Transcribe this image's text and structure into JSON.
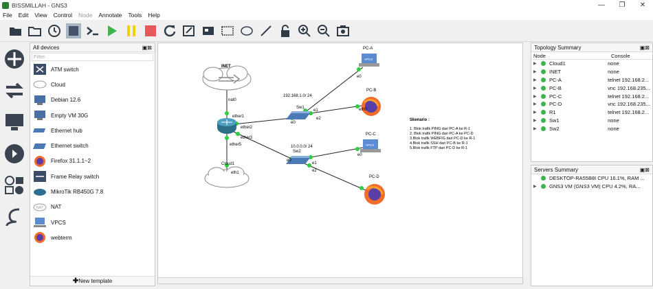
{
  "window": {
    "title": "BISSMILLAH - GNS3",
    "min": "—",
    "max": "❐",
    "close": "✕"
  },
  "menu": [
    "File",
    "Edit",
    "View",
    "Control",
    "Node",
    "Annotate",
    "Tools",
    "Help"
  ],
  "devices_panel": {
    "title": "All devices",
    "filter_placeholder": "Filter",
    "items": [
      "ATM switch",
      "Cloud",
      "Debian 12.6",
      "Empty VM 30G",
      "Ethernet hub",
      "Ethernet switch",
      "Firefox 31.1.1~2",
      "Frame Relay switch",
      "MikroTik RB450G 7.8",
      "NAT",
      "VPCS",
      "webterm"
    ],
    "new_template": "New template"
  },
  "topology": {
    "title": "Topology Summary",
    "col_node": "Node",
    "col_console": "Console",
    "rows": [
      {
        "node": "Cloud1",
        "console": "none"
      },
      {
        "node": "INET",
        "console": "none"
      },
      {
        "node": "PC-A",
        "console": "telnet 192.168.2..."
      },
      {
        "node": "PC-B",
        "console": "vnc 192.168.235..."
      },
      {
        "node": "PC-C",
        "console": "telnet 192.168.2..."
      },
      {
        "node": "PC-D",
        "console": "vnc 192.168.235..."
      },
      {
        "node": "R1",
        "console": "telnet 192.168.2..."
      },
      {
        "node": "Sw1",
        "console": "none"
      },
      {
        "node": "Sw2",
        "console": "none"
      }
    ]
  },
  "servers": {
    "title": "Servers Summary",
    "rows": [
      "DESKTOP-RA55B8I CPU 16.1%, RAM ...",
      "GNS3 VM (GNS3 VM) CPU 4.2%, RA..."
    ]
  },
  "canvas": {
    "inet": "INET",
    "r1_port_nat": "nat0",
    "r1_ether1": "ether1",
    "r1_ether2": "ether2",
    "r1_ether3": "ether3",
    "r1_ether5": "ether5",
    "net1": "192.168.1.0/ 24",
    "sw1": "Sw1",
    "sw1_e0": "e0",
    "sw1_e1": "e1",
    "sw1_e2": "e2",
    "pca": "PC-A",
    "pca_e0": "e0",
    "pcb": "PC-B",
    "pcb_eth0": "eth0",
    "net2": "10.0.0.0/ 24",
    "sw2": "Sw2",
    "sw2_e0": "e0",
    "sw2_e1": "e1",
    "sw2_e2": "e2",
    "pcc": "PC-C",
    "pcc_e0": "e0",
    "pcd": "PC-D",
    "cloud1": "Cloud1",
    "cloud_eth1": "eth1",
    "scenario_title": "Skenario :",
    "scenario": [
      "1. Blok trafik PING dari PC-A ke R-1",
      "2. Blok trafik PING dari PC-A ke PC-D",
      "3.Blok trafik WEBFIG dari PC-D ke R-1",
      "4.Blok trafik SSH dari PC-B ke R-1",
      "5.Blok trafik FTP dari PC-D ke R-1"
    ]
  }
}
